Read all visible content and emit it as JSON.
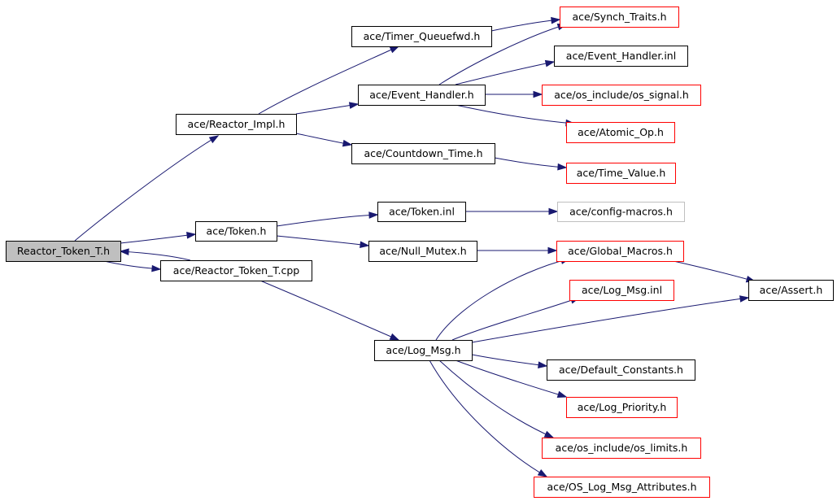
{
  "colors": {
    "edge": "#191970",
    "border_normal": "#000000",
    "border_truncated": "#ff0000",
    "border_external": "#bfbfbf",
    "fill_root": "#bfbfbf",
    "fill_default": "#ffffff"
  },
  "nodes": [
    {
      "id": "n-reactor-token-t-h",
      "label": "Reactor_Token_T.h",
      "style": "root"
    },
    {
      "id": "n-reactor-impl",
      "label": "ace/Reactor_Impl.h",
      "style": "normal"
    },
    {
      "id": "n-timer-queuefwd",
      "label": "ace/Timer_Queuefwd.h",
      "style": "normal"
    },
    {
      "id": "n-synch-traits",
      "label": "ace/Synch_Traits.h",
      "style": "truncated"
    },
    {
      "id": "n-event-handler-inl",
      "label": "ace/Event_Handler.inl",
      "style": "normal"
    },
    {
      "id": "n-event-handler",
      "label": "ace/Event_Handler.h",
      "style": "normal"
    },
    {
      "id": "n-os-signal",
      "label": "ace/os_include/os_signal.h",
      "style": "truncated"
    },
    {
      "id": "n-atomic-op",
      "label": "ace/Atomic_Op.h",
      "style": "truncated"
    },
    {
      "id": "n-countdown-time",
      "label": "ace/Countdown_Time.h",
      "style": "normal"
    },
    {
      "id": "n-time-value",
      "label": "ace/Time_Value.h",
      "style": "truncated"
    },
    {
      "id": "n-token",
      "label": "ace/Token.h",
      "style": "normal"
    },
    {
      "id": "n-token-inl",
      "label": "ace/Token.inl",
      "style": "normal"
    },
    {
      "id": "n-config-macros",
      "label": "ace/config-macros.h",
      "style": "external"
    },
    {
      "id": "n-null-mutex",
      "label": "ace/Null_Mutex.h",
      "style": "normal"
    },
    {
      "id": "n-global-macros",
      "label": "ace/Global_Macros.h",
      "style": "truncated"
    },
    {
      "id": "n-reactor-token-t-cpp",
      "label": "ace/Reactor_Token_T.cpp",
      "style": "normal"
    },
    {
      "id": "n-assert",
      "label": "ace/Assert.h",
      "style": "normal"
    },
    {
      "id": "n-log-msg-inl",
      "label": "ace/Log_Msg.inl",
      "style": "truncated"
    },
    {
      "id": "n-log-msg",
      "label": "ace/Log_Msg.h",
      "style": "normal"
    },
    {
      "id": "n-default-constants",
      "label": "ace/Default_Constants.h",
      "style": "normal"
    },
    {
      "id": "n-log-priority",
      "label": "ace/Log_Priority.h",
      "style": "truncated"
    },
    {
      "id": "n-os-limits",
      "label": "ace/os_include/os_limits.h",
      "style": "truncated"
    },
    {
      "id": "n-os-log-msg-attributes",
      "label": "ace/OS_Log_Msg_Attributes.h",
      "style": "truncated"
    }
  ],
  "edges": [
    {
      "from": "n-reactor-token-t-h",
      "to": "n-reactor-impl"
    },
    {
      "from": "n-reactor-token-t-h",
      "to": "n-token"
    },
    {
      "from": "n-reactor-token-t-h",
      "to": "n-reactor-token-t-cpp"
    },
    {
      "from": "n-reactor-token-t-cpp",
      "to": "n-reactor-token-t-h"
    },
    {
      "from": "n-reactor-token-t-cpp",
      "to": "n-log-msg"
    },
    {
      "from": "n-reactor-impl",
      "to": "n-timer-queuefwd"
    },
    {
      "from": "n-reactor-impl",
      "to": "n-event-handler"
    },
    {
      "from": "n-reactor-impl",
      "to": "n-countdown-time"
    },
    {
      "from": "n-timer-queuefwd",
      "to": "n-synch-traits"
    },
    {
      "from": "n-event-handler",
      "to": "n-synch-traits"
    },
    {
      "from": "n-event-handler",
      "to": "n-event-handler-inl"
    },
    {
      "from": "n-event-handler",
      "to": "n-os-signal"
    },
    {
      "from": "n-event-handler",
      "to": "n-atomic-op"
    },
    {
      "from": "n-countdown-time",
      "to": "n-time-value"
    },
    {
      "from": "n-token",
      "to": "n-token-inl"
    },
    {
      "from": "n-token",
      "to": "n-null-mutex"
    },
    {
      "from": "n-token-inl",
      "to": "n-config-macros"
    },
    {
      "from": "n-null-mutex",
      "to": "n-global-macros"
    },
    {
      "from": "n-global-macros",
      "to": "n-assert"
    },
    {
      "from": "n-log-msg",
      "to": "n-global-macros"
    },
    {
      "from": "n-log-msg",
      "to": "n-log-msg-inl"
    },
    {
      "from": "n-log-msg",
      "to": "n-assert"
    },
    {
      "from": "n-log-msg",
      "to": "n-default-constants"
    },
    {
      "from": "n-log-msg",
      "to": "n-log-priority"
    },
    {
      "from": "n-log-msg",
      "to": "n-os-limits"
    },
    {
      "from": "n-log-msg",
      "to": "n-os-log-msg-attributes"
    }
  ]
}
